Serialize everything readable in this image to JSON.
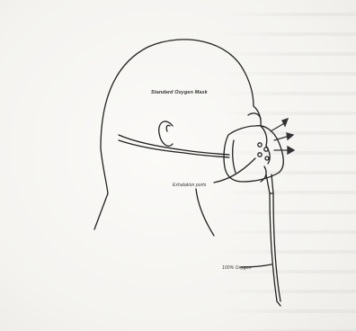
{
  "diagram": {
    "title_label": "Standard Oxygen Mask",
    "callouts": {
      "exhalation_ports": "Exhalation ports",
      "oxygen_supply": "100% Oxygen"
    }
  },
  "colors": {
    "ink": "#222222",
    "paper": "#f7f6f3"
  }
}
